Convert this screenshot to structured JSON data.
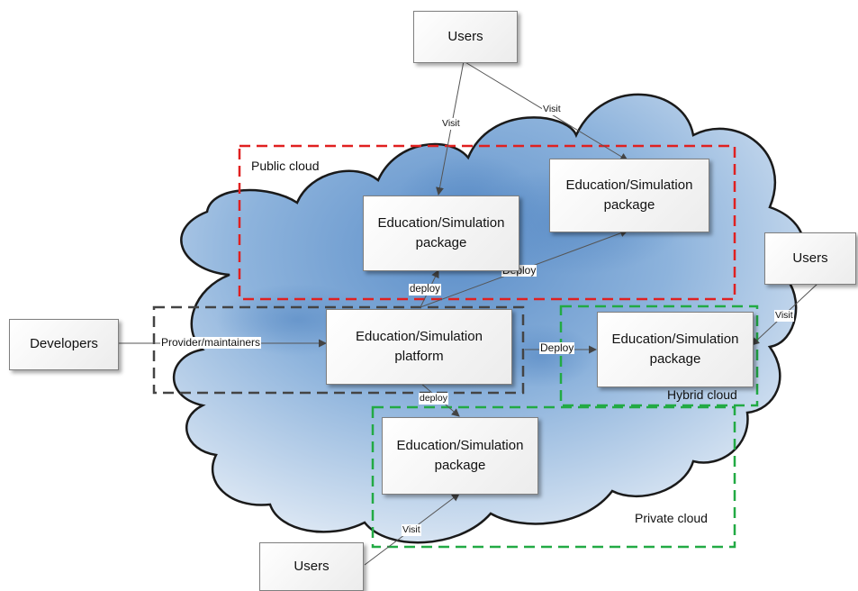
{
  "nodes": {
    "users_top": "Users",
    "users_right": "Users",
    "users_bottom": "Users",
    "developers": "Developers",
    "pkg_public_left": "Education/Simulation\npackage",
    "pkg_public_right": "Education/Simulation\npackage",
    "platform": "Education/Simulation\nplatform",
    "pkg_hybrid": "Education/Simulation\npackage",
    "pkg_private": "Education/Simulation\npackage"
  },
  "regions": {
    "public": "Public cloud",
    "hybrid": "Hybrid cloud",
    "private": "Private cloud"
  },
  "edges": {
    "visit_top_left": "Visit",
    "visit_top_right": "Visit",
    "visit_right": "Visit",
    "visit_bottom": "Visit",
    "provider": "Provider/maintainers",
    "deploy_public_left": "deploy",
    "deploy_public_right": "Deploy",
    "deploy_hybrid": "Deploy",
    "deploy_private": "deploy"
  },
  "colors": {
    "public_border": "#e02020",
    "platform_border": "#444444",
    "hybrid_border": "#22aa44",
    "private_border": "#22aa44",
    "cloud_fill": "#8fb4d9"
  }
}
